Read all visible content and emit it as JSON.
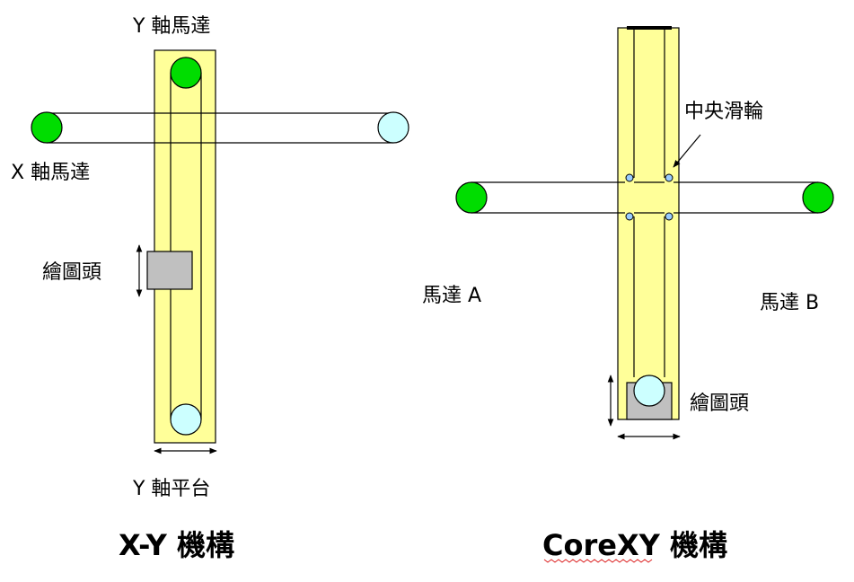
{
  "xy": {
    "y_motor_label": "Y 軸馬達",
    "x_motor_label": "X 軸馬達",
    "head_label": "繪圖頭",
    "y_platform_label": "Y 軸平台",
    "title": "X-Y 機構"
  },
  "corexy": {
    "center_pulley_label": "中央滑輪",
    "motor_a_label": "馬達 A",
    "motor_b_label": "馬達 B",
    "head_label": "繪圖頭",
    "title": "CoreXY 機構"
  },
  "colors": {
    "platform_fill": "#ffff99",
    "motor_fill": "#00dd00",
    "idler_fill": "#ccffff",
    "head_fill": "#c0c0c0",
    "small_pulley_fill": "#99ccff"
  }
}
